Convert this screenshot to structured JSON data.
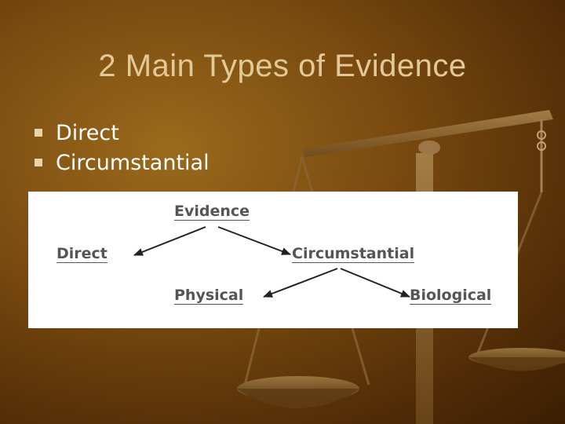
{
  "slide": {
    "title": "2 Main Types of Evidence",
    "bullets": [
      "Direct",
      "Circumstantial"
    ]
  },
  "diagram": {
    "nodes": {
      "evidence": "Evidence",
      "direct": "Direct",
      "circumstantial": "Circumstantial",
      "physical": "Physical",
      "biological": "Biological"
    },
    "edges": [
      {
        "from": "evidence",
        "to": "direct"
      },
      {
        "from": "evidence",
        "to": "circumstantial"
      },
      {
        "from": "circumstantial",
        "to": "physical"
      },
      {
        "from": "circumstantial",
        "to": "biological"
      }
    ]
  },
  "colors": {
    "background": "#6b3f0c",
    "title": "#e2c998",
    "bullet_text": "#ffffff",
    "node_text": "#555555"
  },
  "background_art": "scales-of-justice"
}
